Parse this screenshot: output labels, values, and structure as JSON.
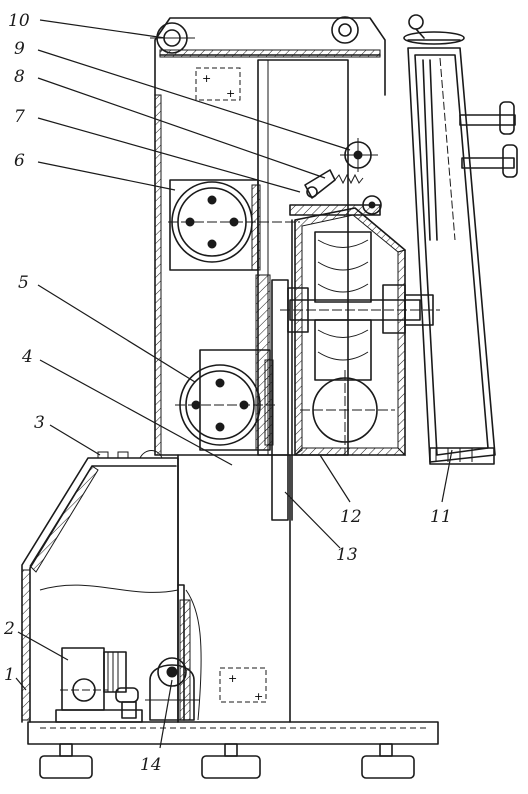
{
  "figure": {
    "callouts": [
      {
        "id": "1",
        "text": "1"
      },
      {
        "id": "2",
        "text": "2"
      },
      {
        "id": "3",
        "text": "3"
      },
      {
        "id": "4",
        "text": "4"
      },
      {
        "id": "5",
        "text": "5"
      },
      {
        "id": "6",
        "text": "6"
      },
      {
        "id": "7",
        "text": "7"
      },
      {
        "id": "8",
        "text": "8"
      },
      {
        "id": "9",
        "text": "9"
      },
      {
        "id": "10",
        "text": "10"
      },
      {
        "id": "11",
        "text": "11"
      },
      {
        "id": "12",
        "text": "12"
      },
      {
        "id": "13",
        "text": "13"
      },
      {
        "id": "14",
        "text": "14"
      }
    ]
  }
}
